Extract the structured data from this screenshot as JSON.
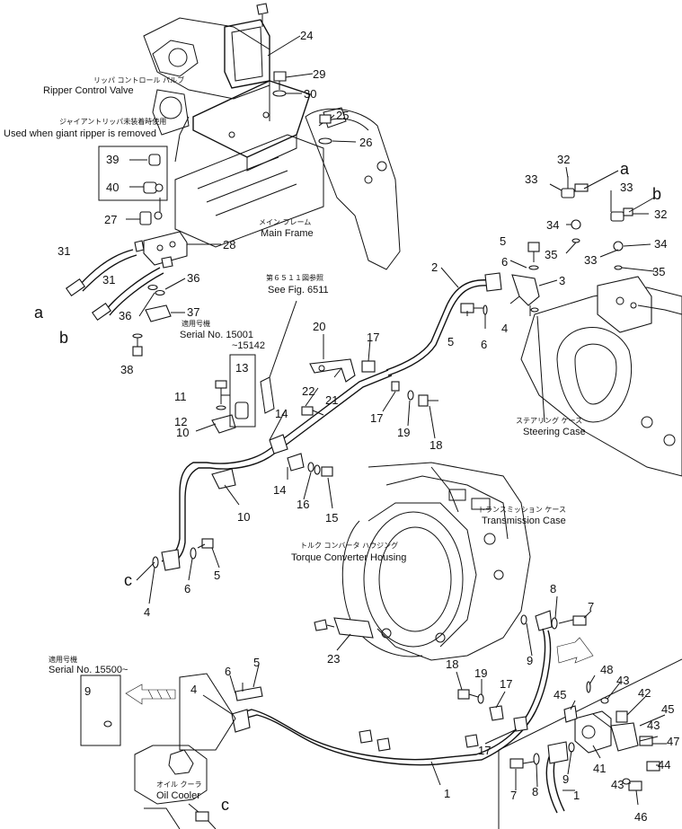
{
  "captions": {
    "ripper_jp": "リッパ コントロール バルブ",
    "ripper_en": "Ripper Control Valve",
    "giant_jp": "ジャイアントリッパ未装着時使用",
    "giant_en": "Used when giant ripper is removed",
    "mainframe_jp": "メイン フレーム",
    "mainframe_en": "Main Frame",
    "seefig_jp": "第６５１１図参照",
    "seefig_en": "See Fig. 6511",
    "serial1_jp": "適用号機",
    "serial1_a": "Serial No. 15001",
    "serial1_b": "~15142",
    "steering_jp": "ステアリング ケース",
    "steering_en": "Steering Case",
    "trans_jp": "トランスミッション ケース",
    "trans_en": "Transmission Case",
    "torque_jp": "トルク コンバータ ハウジング",
    "torque_en": "Torque Converter Housing",
    "serial2_jp": "適用号機",
    "serial2_en": "Serial No. 15500~",
    "oilcooler_jp": "オイル クーラ",
    "oilcooler_en": "Oil Cooler"
  },
  "letters": {
    "a": "a",
    "b": "b",
    "c": "c"
  },
  "parts": {
    "p1": "1",
    "p2": "2",
    "p3": "3",
    "p4": "4",
    "p5": "5",
    "p6": "6",
    "p7": "7",
    "p8": "8",
    "p9": "9",
    "p10": "10",
    "p11": "11",
    "p12": "12",
    "p13": "13",
    "p14": "14",
    "p15": "15",
    "p16": "16",
    "p17": "17",
    "p18": "18",
    "p19": "19",
    "p20": "20",
    "p21": "21",
    "p22": "22",
    "p23": "23",
    "p24": "24",
    "p25": "25",
    "p26": "26",
    "p27": "27",
    "p28": "28",
    "p29": "29",
    "p30": "30",
    "p31": "31",
    "p32": "32",
    "p33": "33",
    "p34": "34",
    "p35": "35",
    "p36": "36",
    "p37": "37",
    "p38": "38",
    "p39": "39",
    "p40": "40",
    "p41": "41",
    "p42": "42",
    "p43": "43",
    "p44": "44",
    "p45": "45",
    "p46": "46",
    "p47": "47",
    "p48": "48"
  }
}
